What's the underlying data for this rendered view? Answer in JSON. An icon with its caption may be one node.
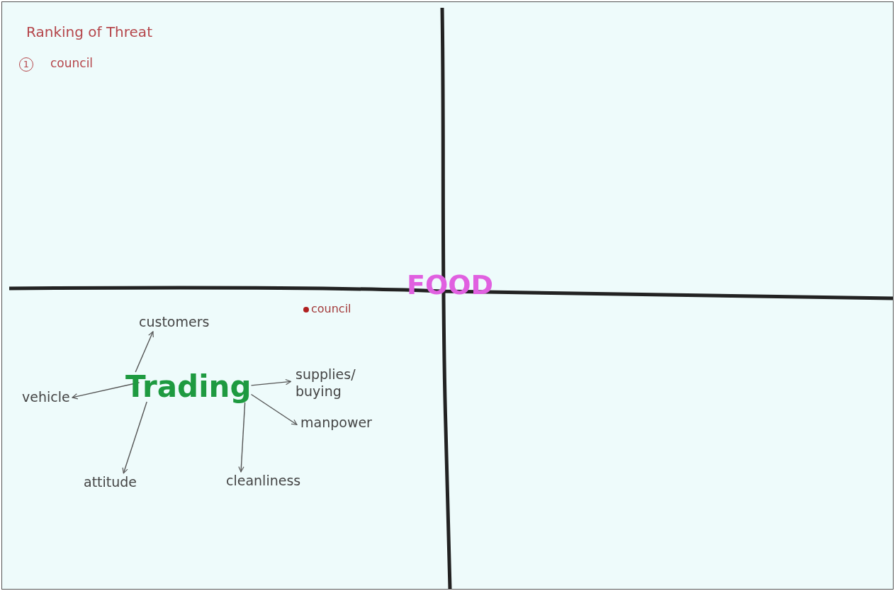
{
  "diagram": {
    "nodes": [
      {
        "text": [
          "Trading"
        ]
      },
      {
        "text": [
          "customers"
        ]
      },
      {
        "text": [
          "vehicle"
        ]
      },
      {
        "text": [
          "supplies/ buying"
        ]
      },
      {
        "text": [
          "manpower"
        ]
      },
      {
        "text": [
          "attitude"
        ]
      },
      {
        "text": [
          "cleanliness"
        ]
      }
    ],
    "edges": [
      {
        "from": 0,
        "to": 1,
        "arrow": "to"
      },
      {
        "from": 0,
        "to": 2,
        "arrow": "to"
      },
      {
        "from": 0,
        "to": 3,
        "arrow": "to"
      },
      {
        "from": 0,
        "to": 4,
        "arrow": "to"
      },
      {
        "from": 0,
        "to": 5,
        "arrow": "to"
      },
      {
        "from": 0,
        "to": 6,
        "arrow": "to"
      }
    ],
    "labels": [
      "Ranking of Threat",
      "1",
      "council",
      "FOOD",
      "council"
    ]
  }
}
